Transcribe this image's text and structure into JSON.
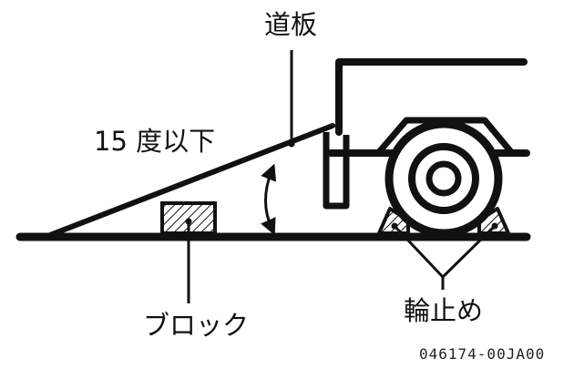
{
  "labels": {
    "plate": "道板",
    "angle": "15 度以下",
    "block": "ブロック",
    "chock": "輪止め",
    "figure_code": "046174-00JA00"
  },
  "colors": {
    "line": "#111111",
    "hatch_stroke": "#111111",
    "background": "#ffffff"
  }
}
